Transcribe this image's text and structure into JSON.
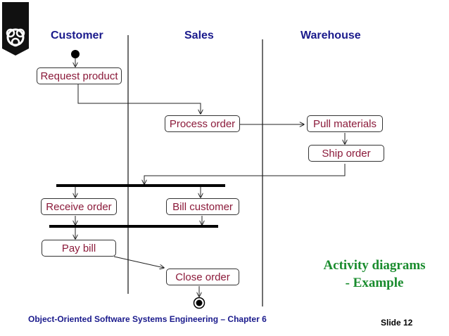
{
  "lanes": [
    "Customer",
    "Sales",
    "Warehouse"
  ],
  "actions": {
    "request_product": "Request product",
    "process_order": "Process order",
    "pull_materials": "Pull materials",
    "ship_order": "Ship order",
    "receive_order": "Receive order",
    "bill_customer": "Bill customer",
    "pay_bill": "Pay bill",
    "close_order": "Close order"
  },
  "caption": {
    "line1": "Activity diagrams",
    "line2": "- Example"
  },
  "footer": {
    "course": "Object-Oriented Software Systems Engineering – Chapter 6",
    "slide": "Slide 12"
  },
  "colors": {
    "lane_title": "#1a1a8c",
    "action_text": "#8b1a3a",
    "caption": "#1a8c2e",
    "logo": "#111111"
  }
}
